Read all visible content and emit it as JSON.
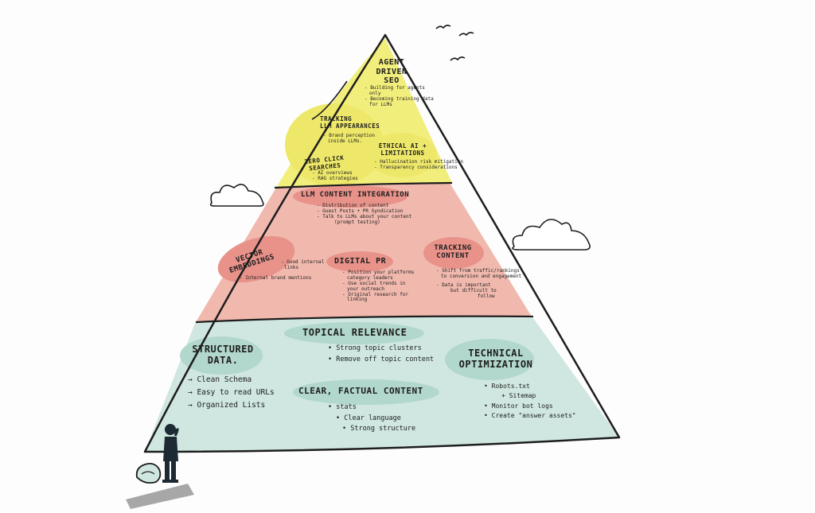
{
  "pyramid": {
    "top_tier": {
      "agent_driven_seo": {
        "title": [
          "AGENT",
          "DRIVEN",
          "SEO"
        ],
        "bullets": [
          "- Building for agents",
          "only",
          "- Becoming training data",
          "for LLMs"
        ]
      },
      "tracking_llm": {
        "title": [
          "TRACKING",
          "LLM APPEARANCES"
        ],
        "bullets": [
          "- Brand perception",
          "inside LLMs."
        ]
      },
      "zero_click": {
        "title": [
          "ZERO CLICK",
          "SEARCHES"
        ],
        "bullets": [
          "- AI overviews",
          "- RAG strategies"
        ]
      },
      "ethical_ai": {
        "title": [
          "ETHICAL AI +",
          "LIMITATIONS"
        ],
        "bullets": [
          "- Hallucination risk mitigation",
          "- Transparency considerations"
        ]
      }
    },
    "middle_tier": {
      "llm_content": {
        "title": "LLM CONTENT INTEGRATION",
        "bullets": [
          "- Distribution of content",
          "- Guest Posts + PR Syndication",
          "- Talk to LLMs about your content",
          "(prompt testing)"
        ]
      },
      "vector_embeddings": {
        "title": [
          "VECTOR",
          "EMBEDDINGS"
        ],
        "bullets": [
          "- Good internal",
          "links",
          "- Internal brand mentions"
        ]
      },
      "digital_pr": {
        "title": "DIGITAL PR",
        "bullets": [
          "- Position your platforms",
          "category leaders",
          "- Use social trends in",
          "your outreach",
          "- Original research for",
          "linking"
        ]
      },
      "tracking_content": {
        "title": [
          "TRACKING",
          "CONTENT"
        ],
        "bullets": [
          "- Shift from traffic/rankings",
          "to conversion and engagement",
          "- Data is important",
          "but difficult to",
          "follow"
        ]
      }
    },
    "bottom_tier": {
      "structured_data": {
        "title": [
          "STRUCTURED",
          "DATA."
        ],
        "bullets": [
          "→ Clean Schema",
          "→ Easy to read URLs",
          "→ Organized Lists"
        ]
      },
      "topical_relevance": {
        "title": "TOPICAL RELEVANCE",
        "bullets": [
          "• Strong topic clusters",
          "• Remove off topic content"
        ]
      },
      "clear_factual": {
        "title": "CLEAR, FACTUAL CONTENT",
        "bullets": [
          "• stats",
          "• Clear language",
          "• Strong structure"
        ]
      },
      "technical": {
        "title": [
          "TECHNICAL",
          "OPTIMIZATION"
        ],
        "bullets": [
          "• Robots.txt",
          "+ Sitemap",
          "• Monitor bot logs",
          "• Create \"answer assets\""
        ]
      }
    }
  },
  "colors": {
    "top": "#f2ee7c",
    "top_highlight": "#eee86a",
    "middle": "#f1b9ae",
    "middle_highlight": "#e8928a",
    "bottom": "#cfe7e0",
    "bottom_highlight": "#b2d7cc",
    "ink": "#1d1d1d",
    "cloud": "#ffffff",
    "figure": "#1e2a33",
    "shadow": "#8a8a8a"
  },
  "icons": [
    "bird-icon",
    "cloud-icon",
    "person-icon",
    "rock-icon"
  ]
}
